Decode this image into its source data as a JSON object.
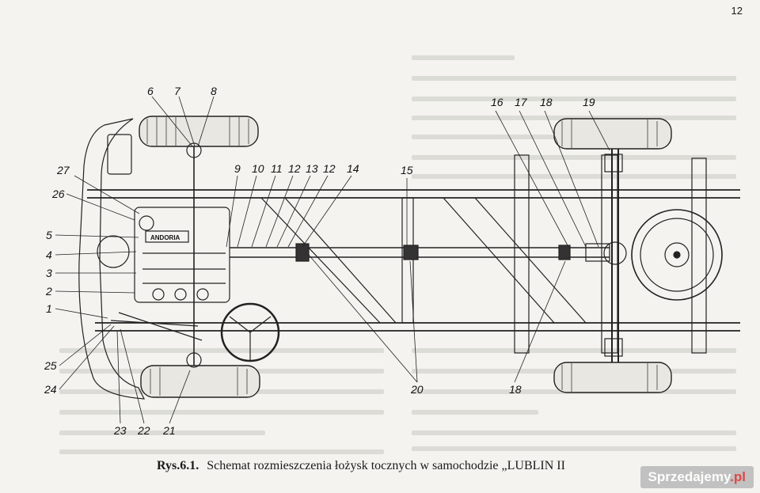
{
  "page_number": "12",
  "caption": {
    "label": "Rys.6.1.",
    "text": "Schemat rozmieszczenia łożysk tocznych  w samochodzie „LUBLIN II"
  },
  "callouts": [
    "1",
    "2",
    "3",
    "4",
    "5",
    "6",
    "7",
    "8",
    "9",
    "10",
    "11",
    "12",
    "13",
    "12",
    "14",
    "15",
    "16",
    "17",
    "18",
    "19",
    "20",
    "18",
    "21",
    "22",
    "23",
    "24",
    "25",
    "26",
    "27"
  ],
  "engine_label": "ANDORIA",
  "watermark": {
    "name": "Sprzedajemy",
    "tld": ".pl"
  }
}
